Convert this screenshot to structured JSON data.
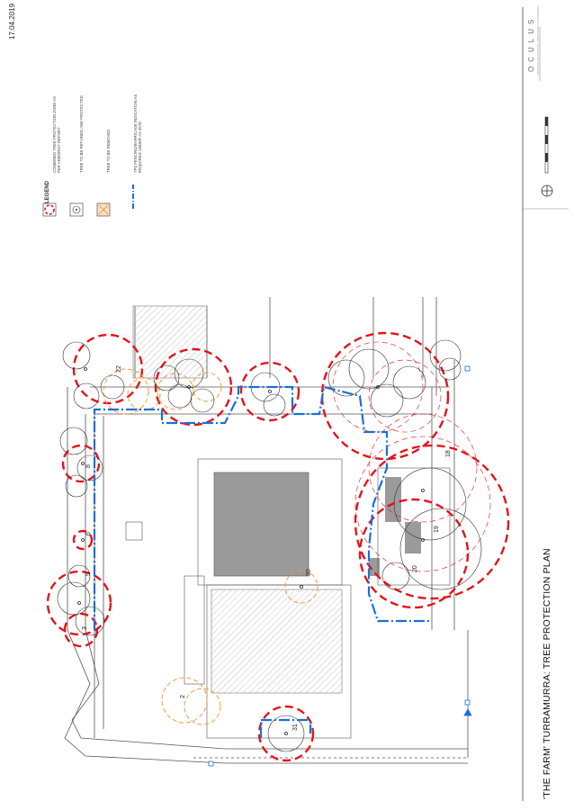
{
  "sheet": {
    "date": "17.04.2019",
    "title": "'THE FARM' TURRAMURRA: TREE PROTECTION PLAN"
  },
  "legend": {
    "heading": "LEGEND",
    "items": [
      {
        "symbol": "tpz-circle",
        "label": "COMBINED TREE PROTECTION ZONE AS PER ARBORIST REPORT"
      },
      {
        "symbol": "tree-retained",
        "label": "TREE TO BE RETAINED AND PROTECTED"
      },
      {
        "symbol": "tree-removed",
        "label": "TREE TO BE REMOVED"
      },
      {
        "symbol": "tpz-fence",
        "label": "TPZ FENCING/BARRICADE INDICATION AS REQUIRED UNDER AS 4970"
      }
    ]
  },
  "brand": {
    "name": "OCULUS",
    "tagline": "LANDSCAPE ARCHITECTURE | URBAN DESIGN | ENVIRONMENT"
  },
  "tree_labels": [
    "22",
    "31",
    "2",
    "30",
    "20",
    "19",
    "18",
    "8",
    "6",
    "5",
    "3"
  ],
  "colors": {
    "tpz": "#e3141b",
    "fence": "#1a6fd8",
    "removed": "#f29a3c",
    "building": "#9a9a9a",
    "linework": "#555555"
  }
}
